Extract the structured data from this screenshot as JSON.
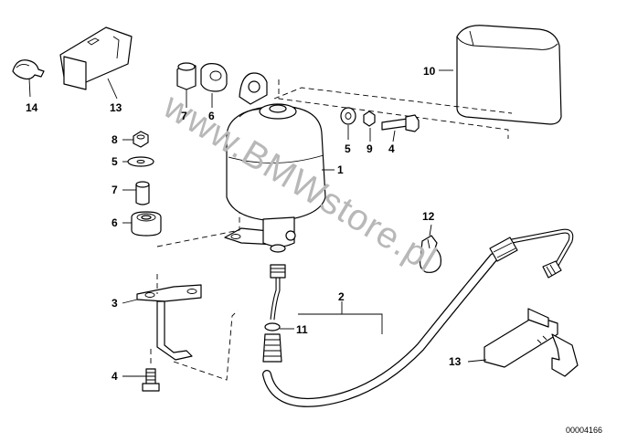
{
  "diagram": {
    "watermark": "www.BMWstore.pl",
    "reference_number": "00004166",
    "callouts": [
      "1",
      "2",
      "3",
      "4",
      "4",
      "5",
      "5",
      "6",
      "6",
      "7",
      "7",
      "8",
      "9",
      "10",
      "11",
      "12",
      "13",
      "13",
      "14"
    ]
  }
}
